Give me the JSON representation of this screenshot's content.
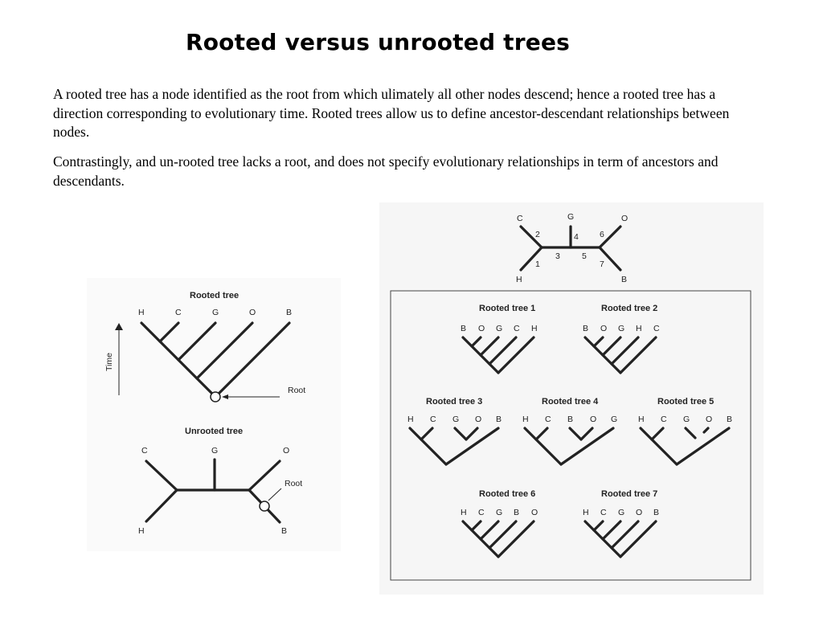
{
  "title": "Rooted versus unrooted trees",
  "paragraphs": [
    "A rooted tree has a node identified as the root from which ulimately all other nodes descend; hence a rooted tree has a direction corresponding to evolutionary time. Rooted trees allow us to define ancestor-descendant relationships between nodes.",
    "Contrastingly, and un-rooted tree lacks a root, and does not specify evolutionary relationships in term of ancestors and descendants."
  ],
  "left_figure": {
    "rooted_title": "Rooted tree",
    "rooted_taxa": [
      "H",
      "C",
      "G",
      "O",
      "B"
    ],
    "time_label": "Time",
    "root_label": "Root",
    "unrooted_title": "Unrooted tree",
    "unrooted_taxa": {
      "C": "C",
      "G": "G",
      "O": "O",
      "H": "H",
      "B": "B"
    },
    "unrooted_root_label": "Root"
  },
  "right_figure": {
    "unrooted": {
      "taxa": {
        "C": "C",
        "G": "G",
        "O": "O",
        "H": "H",
        "B": "B"
      },
      "branch_numbers": [
        "1",
        "2",
        "3",
        "4",
        "5",
        "6",
        "7"
      ]
    },
    "rooted_trees": [
      {
        "title": "Rooted tree 1",
        "taxa": [
          "B",
          "O",
          "G",
          "C",
          "H"
        ]
      },
      {
        "title": "Rooted tree 2",
        "taxa": [
          "B",
          "O",
          "G",
          "H",
          "C"
        ]
      },
      {
        "title": "Rooted tree 3",
        "taxa": [
          "H",
          "C",
          "G",
          "O",
          "B"
        ]
      },
      {
        "title": "Rooted tree 4",
        "taxa": [
          "H",
          "C",
          "B",
          "O",
          "G"
        ]
      },
      {
        "title": "Rooted tree 5",
        "taxa": [
          "H",
          "C",
          "G",
          "O",
          "B"
        ]
      },
      {
        "title": "Rooted tree 6",
        "taxa": [
          "H",
          "C",
          "G",
          "B",
          "O"
        ]
      },
      {
        "title": "Rooted tree 7",
        "taxa": [
          "H",
          "C",
          "G",
          "O",
          "B"
        ]
      }
    ]
  }
}
